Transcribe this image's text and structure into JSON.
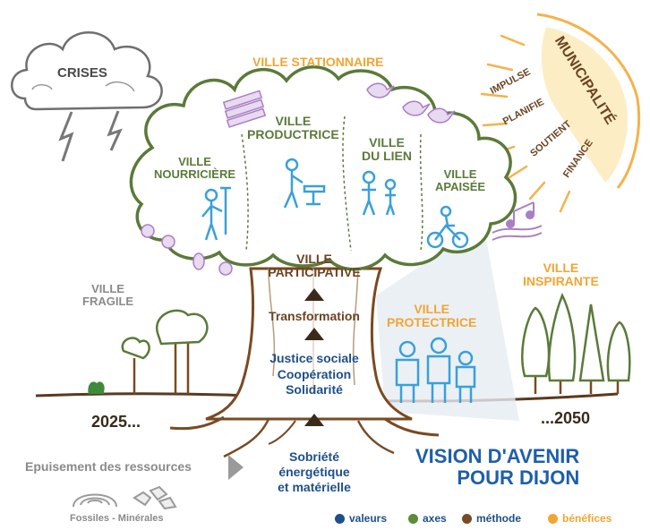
{
  "crises": "CRISES",
  "municipalite": {
    "title": "MUNICIPALITÉ",
    "verbs": [
      "IMPULSE",
      "PLANIFIE",
      "SOUTIENT",
      "FINANCE"
    ]
  },
  "canopy": {
    "top": "VILLE STATIONNAIRE",
    "nourriciere": [
      "VILLE",
      "NOURRICIÈRE"
    ],
    "productrice": [
      "VILLE",
      "PRODUCTRICE"
    ],
    "lien": [
      "VILLE",
      "DU LIEN"
    ],
    "apaisee": [
      "VILLE",
      "APAISÉE"
    ]
  },
  "trunk": {
    "participative": [
      "VILLE",
      "PARTICIPATIVE"
    ],
    "transformation": "Transformation",
    "values": [
      "Justice sociale",
      "Coopération",
      "Solidarité"
    ],
    "roots": [
      "Sobriété",
      "énergétique",
      "et matérielle"
    ]
  },
  "fragile": [
    "VILLE",
    "FRAGILE"
  ],
  "protectrice": [
    "VILLE",
    "PROTECTRICE"
  ],
  "inspirante": [
    "VILLE",
    "INSPIRANTE"
  ],
  "timeline": {
    "start": "2025...",
    "end": "...2050"
  },
  "ressources": {
    "label": "Epuisement des ressources",
    "sub": "Fossiles - Minérales"
  },
  "vision": [
    "VISION D'AVENIR",
    "POUR DIJON"
  ],
  "legend": [
    {
      "label": "valeurs",
      "color": "#1e4f8a",
      "text_color": "#1e4f8a"
    },
    {
      "label": "axes",
      "color": "#5b8c3a",
      "text_color": "#1e4f8a"
    },
    {
      "label": "méthode",
      "color": "#7a4a22",
      "text_color": "#1e4f8a"
    },
    {
      "label": "bénéfices",
      "color": "#f2a531",
      "text_color": "#f2a531"
    }
  ],
  "colors": {
    "axes": "#5b7a3a",
    "methode": "#6b4423",
    "valeurs": "#1e4f8a",
    "benefices": "#f2a531",
    "canopy_outline": "#5b7a3a",
    "accent_purple": "#a87fc4"
  }
}
